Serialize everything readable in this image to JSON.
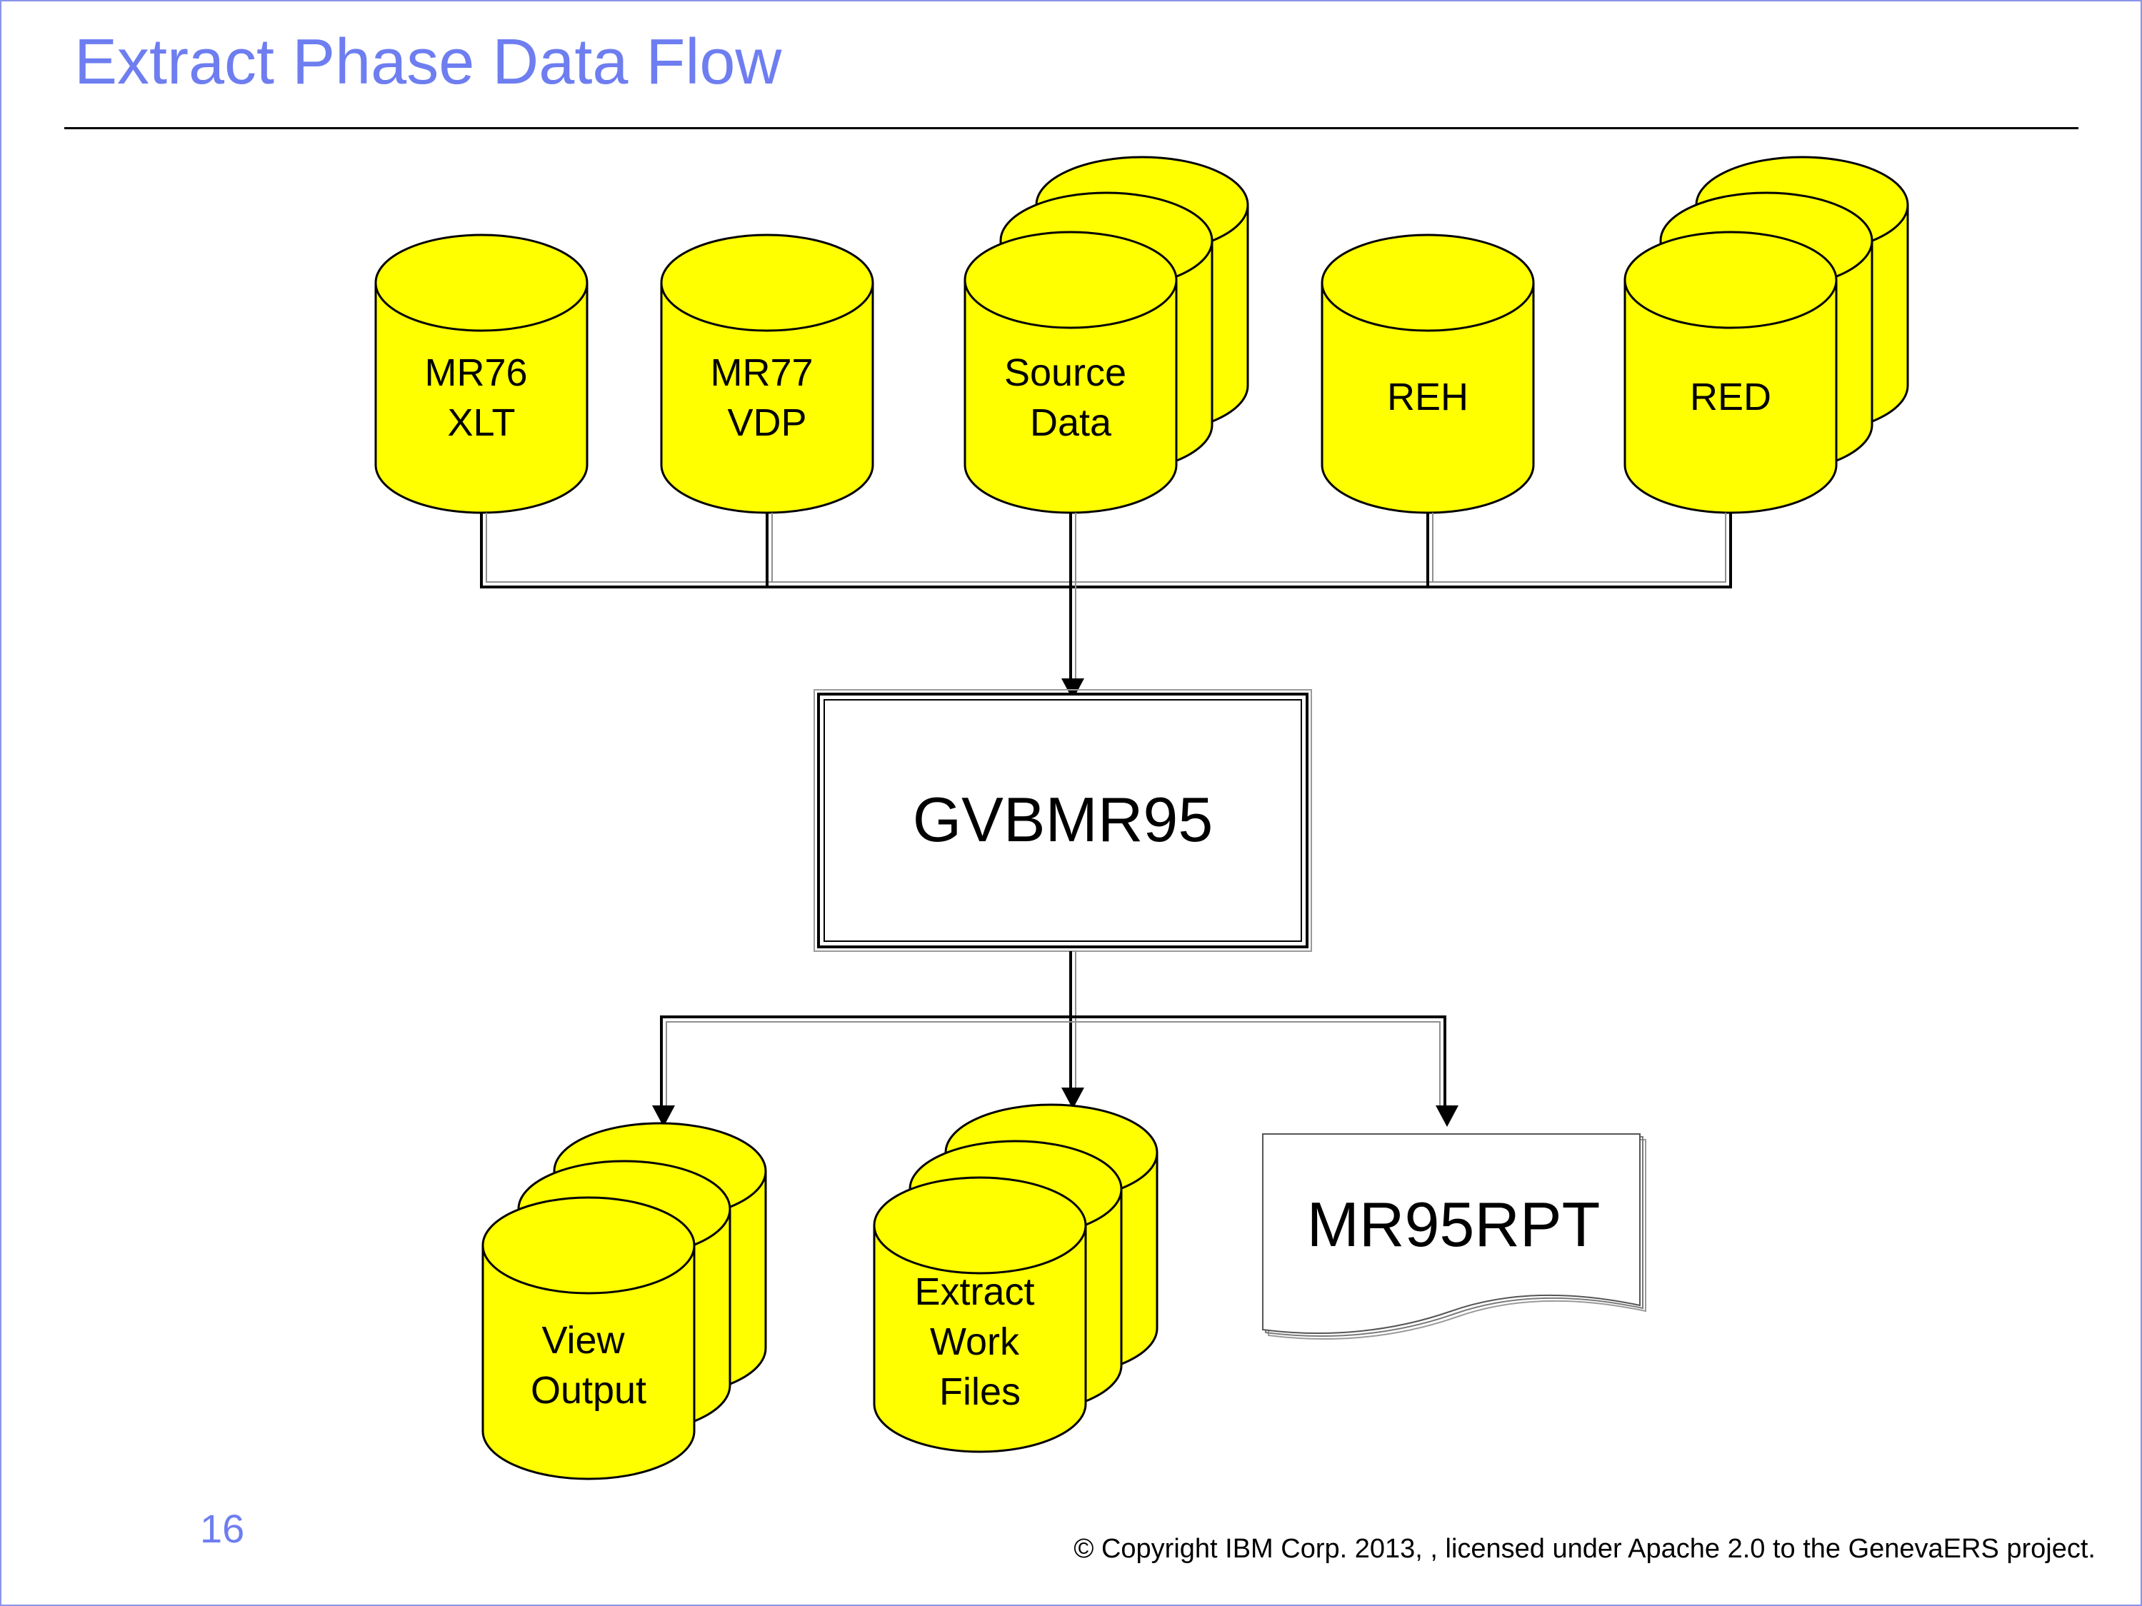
{
  "slide": {
    "title": "Extract Phase Data Flow",
    "page_number": "16",
    "copyright": "© Copyright IBM Corp. 2013, , licensed under Apache 2.0 to the GenevaERS project."
  },
  "diagram": {
    "inputs": [
      {
        "lines": [
          "MR76",
          "XLT"
        ]
      },
      {
        "lines": [
          "MR77",
          "VDP"
        ]
      },
      {
        "lines": [
          "Source",
          "Data"
        ]
      },
      {
        "lines": [
          "REH"
        ]
      },
      {
        "lines": [
          "RED"
        ]
      }
    ],
    "process": {
      "label": "GVBMR95"
    },
    "outputs": [
      {
        "lines": [
          "View",
          "Output"
        ]
      },
      {
        "lines": [
          "Extract",
          "Work",
          "Files"
        ]
      }
    ],
    "report": {
      "label": "MR95RPT"
    }
  },
  "colors": {
    "title": "#6e7ef0",
    "dataset_fill": "#ffff00",
    "line": "#000000",
    "border": "#8a94e8"
  }
}
